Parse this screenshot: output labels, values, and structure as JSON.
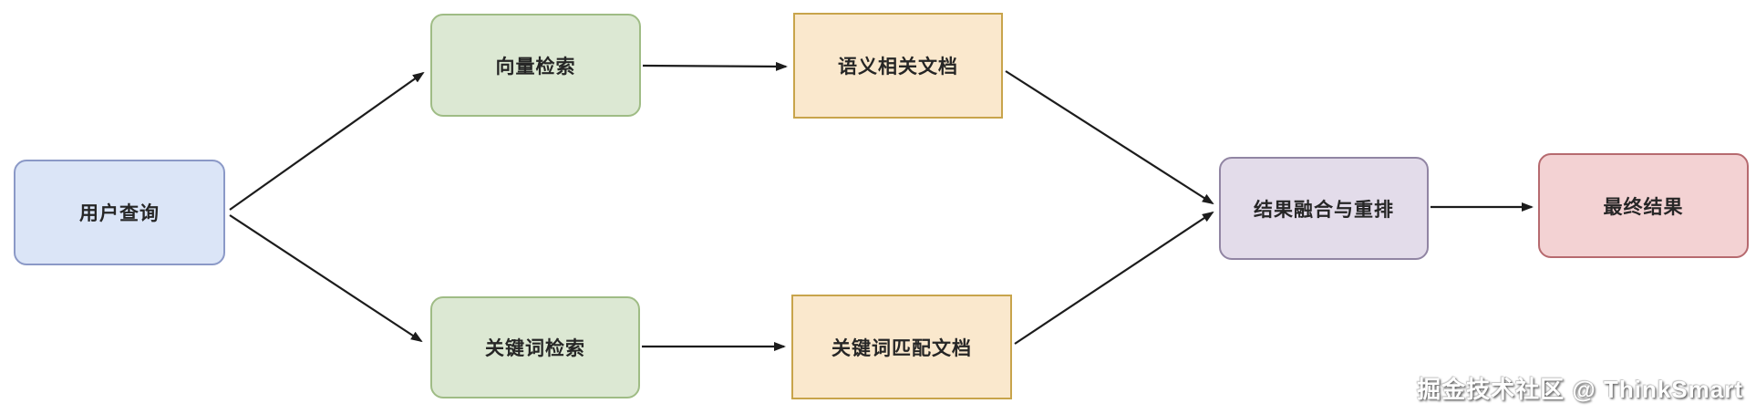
{
  "diagram": {
    "title": "hybrid-retrieval-flow",
    "nodes": [
      {
        "id": "user-query",
        "label": "用户查询",
        "fill": "#dbe5f7",
        "stroke": "#8b99c7",
        "shape": "rounded"
      },
      {
        "id": "vector-retrieval",
        "label": "向量检索",
        "fill": "#dce8d3",
        "stroke": "#9fbc85",
        "shape": "rounded"
      },
      {
        "id": "keyword-retrieval",
        "label": "关键词检索",
        "fill": "#dce8d3",
        "stroke": "#9fbc85",
        "shape": "rounded"
      },
      {
        "id": "semantic-docs",
        "label": "语义相关文档",
        "fill": "#fae8cd",
        "stroke": "#c8a44b",
        "shape": "rect"
      },
      {
        "id": "keyword-docs",
        "label": "关键词匹配文档",
        "fill": "#fae8cd",
        "stroke": "#c8a44b",
        "shape": "rect"
      },
      {
        "id": "fusion-rerank",
        "label": "结果融合与重排",
        "fill": "#e3dcea",
        "stroke": "#9185a3",
        "shape": "rounded"
      },
      {
        "id": "final-result",
        "label": "最终结果",
        "fill": "#f3d2d3",
        "stroke": "#b66a6f",
        "shape": "rounded"
      }
    ],
    "edges": [
      {
        "from": "user-query",
        "to": "vector-retrieval"
      },
      {
        "from": "user-query",
        "to": "keyword-retrieval"
      },
      {
        "from": "vector-retrieval",
        "to": "semantic-docs"
      },
      {
        "from": "keyword-retrieval",
        "to": "keyword-docs"
      },
      {
        "from": "semantic-docs",
        "to": "fusion-rerank"
      },
      {
        "from": "keyword-docs",
        "to": "fusion-rerank"
      },
      {
        "from": "fusion-rerank",
        "to": "final-result"
      }
    ],
    "edge_color": "#1c1c1c"
  },
  "watermark": {
    "text": "掘金技术社区 @ ThinkSmart"
  }
}
